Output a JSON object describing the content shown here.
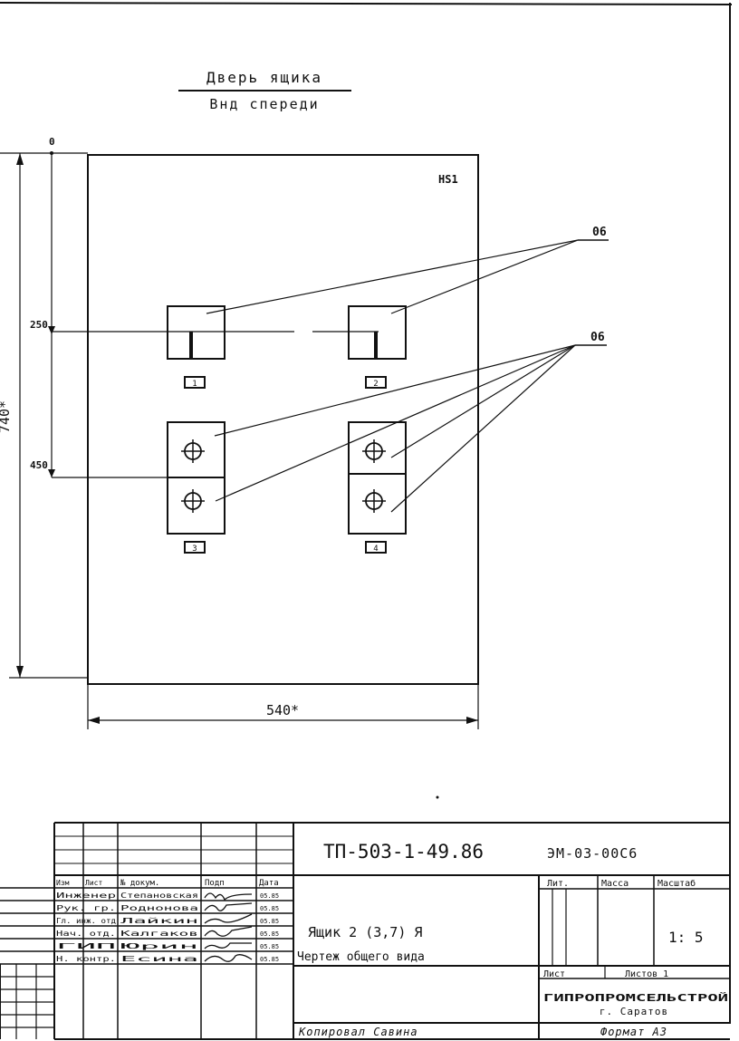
{
  "drawing": {
    "title_line1": "Дверь ящика",
    "title_line2": "Внд спереди",
    "origin_mark": "0",
    "panel_label": "HS1",
    "callout_top": "06",
    "callout_bottom": "06",
    "dim_250": "250",
    "dim_450": "450",
    "dim_height": "740*",
    "dim_width": "540*",
    "device_tags": [
      "1",
      "2",
      "3",
      "4"
    ]
  },
  "title_block": {
    "project_code": "ТП-503-1-49.86",
    "sheet_code": "ЭМ-03-00С6",
    "object_name_line1": "Ящик 2 (3,7) Я",
    "object_name_line2": "Чертеж общего вида",
    "hdr_lit": "Лит.",
    "hdr_mass": "Масса",
    "hdr_scale": "Масштаб",
    "scale": "1: 5",
    "sheet_label": "Лист",
    "sheets_label": "Листов 1",
    "organization": "ГИПРОПРОМСЕЛЬСТРОЙ",
    "city": "г. Саратов",
    "column_headers": [
      "Изм",
      "Лист",
      "№ докум.",
      "Подп",
      "Дата"
    ],
    "rows": [
      {
        "role": "Инженер",
        "name": "Степановская",
        "date": "05.85"
      },
      {
        "role": "Рук. гр.",
        "name": "Роднонова",
        "date": "05.85"
      },
      {
        "role": "Гл. инж. отд",
        "name": "Лайкин",
        "date": "05.85"
      },
      {
        "role": "Нач. отд.",
        "name": "Калгаков",
        "date": "05.85"
      },
      {
        "role": "ГИП",
        "name": "Юрин",
        "date": "05.85"
      },
      {
        "role": "Н. контр.",
        "name": "Есина",
        "date": "05.85"
      }
    ]
  },
  "footer": {
    "copied_by": "Копировал Савина",
    "format": "Формат А3"
  }
}
